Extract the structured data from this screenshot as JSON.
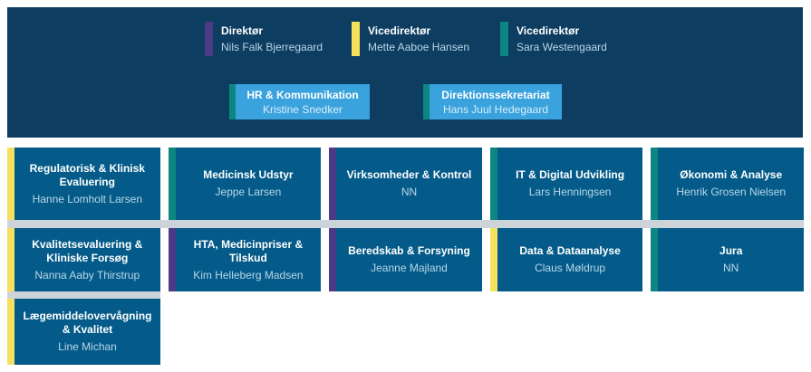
{
  "palette": {
    "purple": "#4b3a86",
    "yellow": "#f6e15e",
    "teal": "#0d8581",
    "banner_bg": "#0d3d60",
    "dept_box_bg": "#045b89",
    "staff_box_bg": "#3aa2dc",
    "separator_gray": "#ccd3d9"
  },
  "banner": {
    "leaders": [
      {
        "title": "Direktør",
        "name": "Nils Falk Bjerregaard",
        "accent_color": "#4b3a86"
      },
      {
        "title": "Vicedirektør",
        "name": "Mette Aaboe Hansen",
        "accent_color": "#f6e15e"
      },
      {
        "title": "Vicedirektør",
        "name": "Sara Westengaard",
        "accent_color": "#0d8581"
      }
    ],
    "staff_units": [
      {
        "title": "HR & Kommunikation",
        "name": "Kristine Snedker",
        "accent_color": "#0d8581"
      },
      {
        "title": "Direktionssekretariat",
        "name": "Hans Juul Hedegaard",
        "accent_color": "#0d8581"
      }
    ]
  },
  "departments": {
    "rows": [
      [
        {
          "title": "Regulatorisk & Klinisk Evaluering",
          "name": "Hanne Lomholt Larsen",
          "accent_color": "#f6e15e"
        },
        {
          "title": "Medicinsk Udstyr",
          "name": "Jeppe Larsen",
          "accent_color": "#0d8581"
        },
        {
          "title": "Virksomheder & Kontrol",
          "name": "NN",
          "accent_color": "#4b3a86"
        },
        {
          "title": "IT & Digital Udvikling",
          "name": "Lars Henningsen",
          "accent_color": "#0d8581"
        },
        {
          "title": "Økonomi & Analyse",
          "name": "Henrik Grosen Nielsen",
          "accent_color": "#0d8581"
        }
      ],
      [
        {
          "title": "Kvalitetsevaluering & Kliniske Forsøg",
          "name": "Nanna Aaby Thirstrup",
          "accent_color": "#f6e15e"
        },
        {
          "title": "HTA, Medicinpriser & Tilskud",
          "name": "Kim Helleberg Madsen",
          "accent_color": "#4b3a86"
        },
        {
          "title": "Beredskab & Forsyning",
          "name": "Jeanne Majland",
          "accent_color": "#4b3a86"
        },
        {
          "title": "Data & Dataanalyse",
          "name": "Claus Møldrup",
          "accent_color": "#f6e15e"
        },
        {
          "title": "Jura",
          "name": "NN",
          "accent_color": "#0d8581"
        }
      ],
      [
        {
          "title": "Lægemiddelovervågning & Kvalitet",
          "name": "Line Michan",
          "accent_color": "#f6e15e"
        }
      ]
    ]
  }
}
